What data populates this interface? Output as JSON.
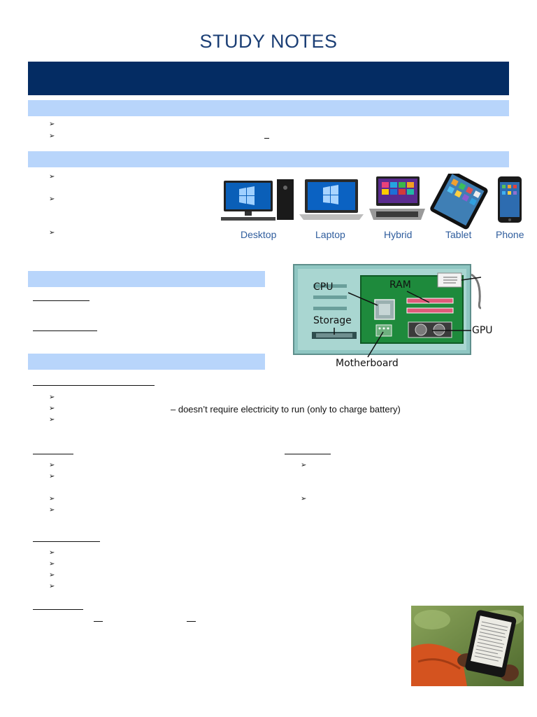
{
  "page": {
    "title": "STUDY NOTES",
    "bullet_char": "➢"
  },
  "devices": {
    "labels": [
      "Desktop",
      "Laptop",
      "Hybrid",
      "Tablet",
      "Phone"
    ]
  },
  "components": {
    "labels": {
      "cpu": "CPU",
      "ram": "RAM",
      "storage": "Storage",
      "gpu": "GPU",
      "motherboard": "Motherboard"
    }
  },
  "portable": {
    "dash_text": "– doesn’t require electricity to run (only to charge battery)"
  },
  "colors": {
    "banner": "#042c63",
    "section_bar": "#b8d5fb",
    "title": "#1c3f75",
    "device_label": "#2f5d9d"
  }
}
